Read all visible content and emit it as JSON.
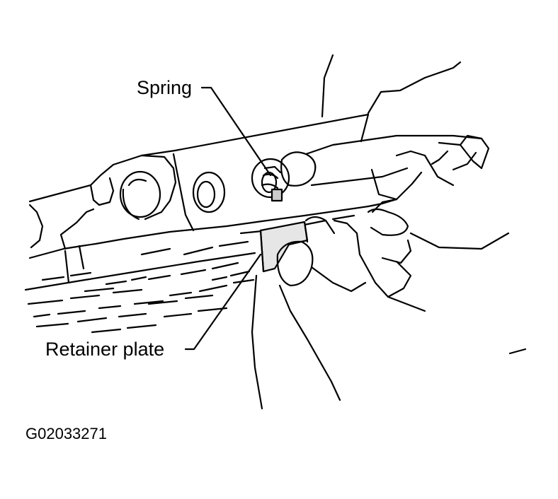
{
  "labels": {
    "spring": "Spring",
    "retainer_plate": "Retainer plate"
  },
  "figure_code": "G02033271",
  "colors": {
    "line": "#000000",
    "background": "#ffffff"
  }
}
